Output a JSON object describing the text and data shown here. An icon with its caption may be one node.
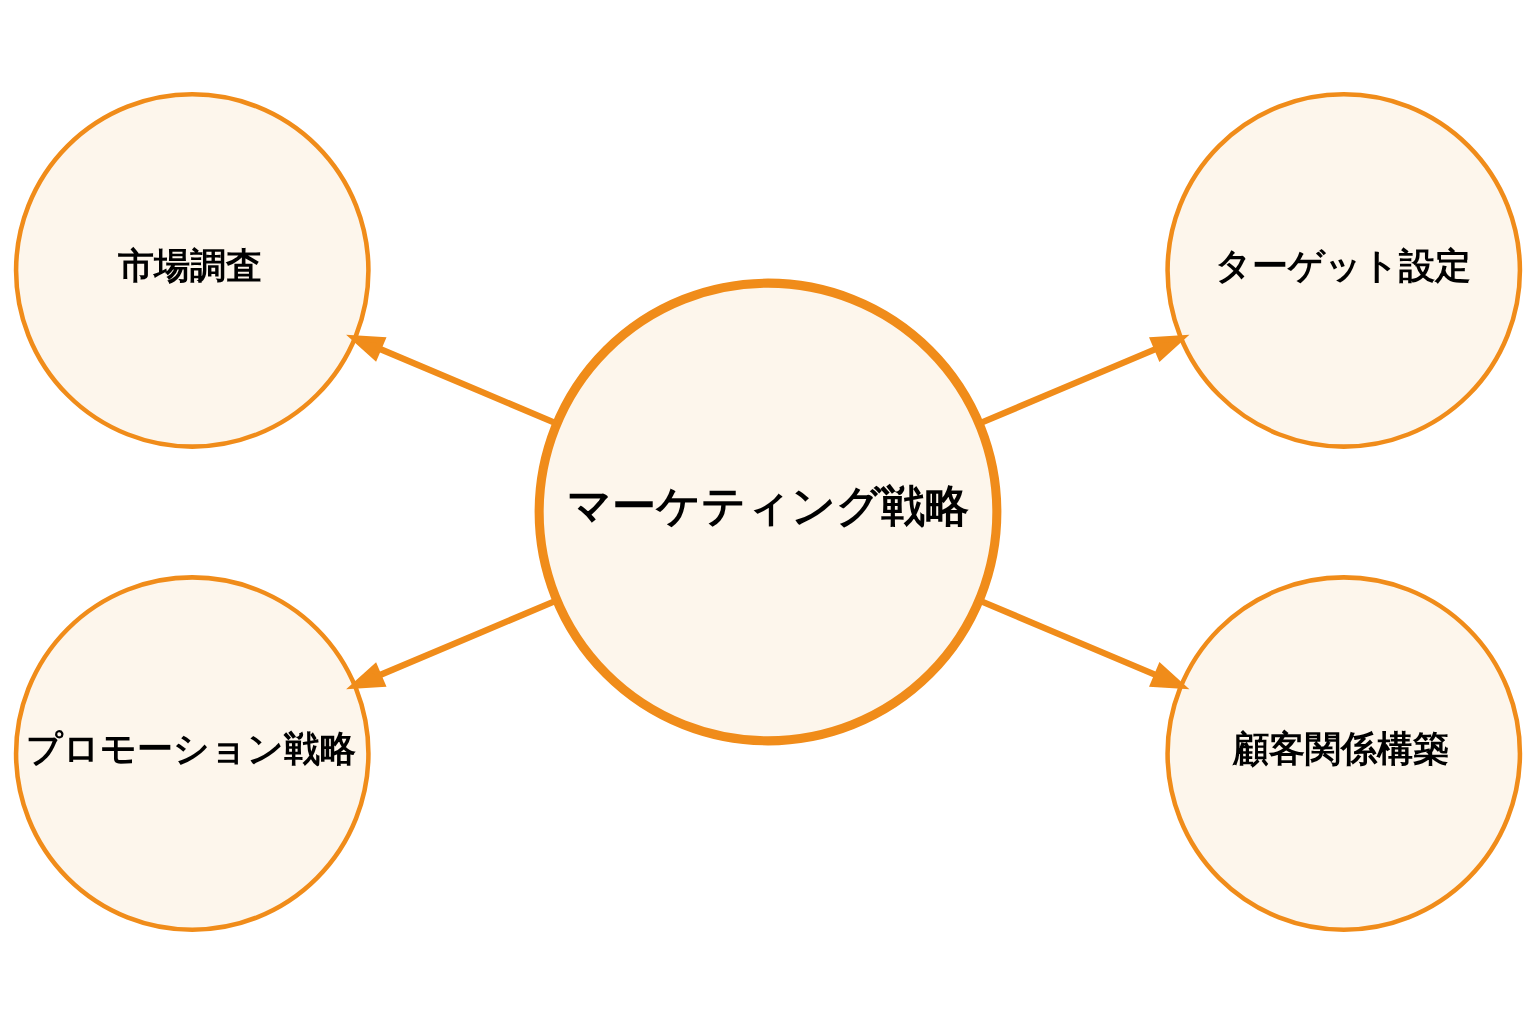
{
  "diagram": {
    "nodes": [
      {
        "text": [
          "市場調査"
        ]
      },
      {
        "text": [
          "ターゲット設定"
        ]
      },
      {
        "text": [
          "マーケティング戦略"
        ]
      },
      {
        "text": [
          "プロモーション戦略"
        ]
      },
      {
        "text": [
          "顧客関係構築"
        ]
      }
    ],
    "edges": [
      {
        "from": 2,
        "to": 0,
        "arrow": "to"
      },
      {
        "from": 2,
        "to": 1,
        "arrow": "to"
      },
      {
        "from": 2,
        "to": 3,
        "arrow": "to"
      },
      {
        "from": 2,
        "to": 4,
        "arrow": "to"
      }
    ]
  }
}
